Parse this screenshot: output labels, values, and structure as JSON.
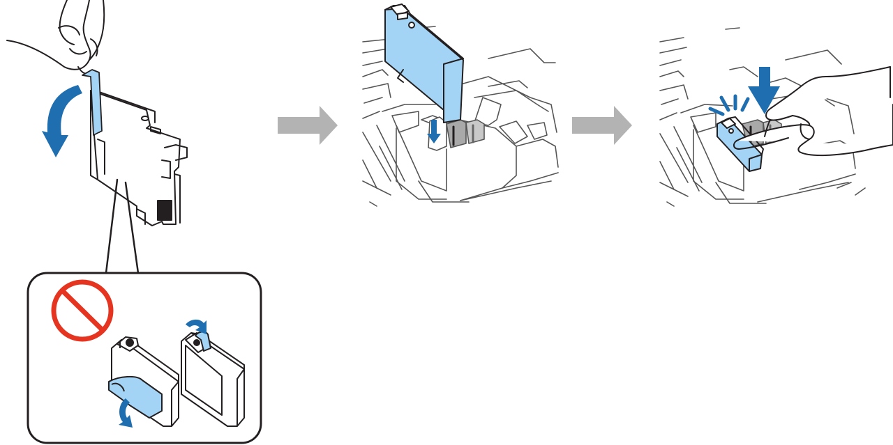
{
  "diagram": {
    "steps": [
      {
        "id": "remove-tape",
        "icon": "tape-removal-icon"
      },
      {
        "id": "insert-cartridge",
        "icon": "cartridge-insert-icon"
      },
      {
        "id": "press-down",
        "icon": "press-down-icon"
      }
    ],
    "callout": {
      "icon": "prohibition-icon",
      "warning": "do-not-remove-other-labels"
    },
    "colors": {
      "cartridge_fill": "#a4d4f5",
      "arrow_blue": "#1f6fb0",
      "flow_arrow_gray": "#b3b3b3",
      "prohibit_red": "#e53420",
      "outline": "#231f20",
      "printer_line": "#555555"
    }
  }
}
